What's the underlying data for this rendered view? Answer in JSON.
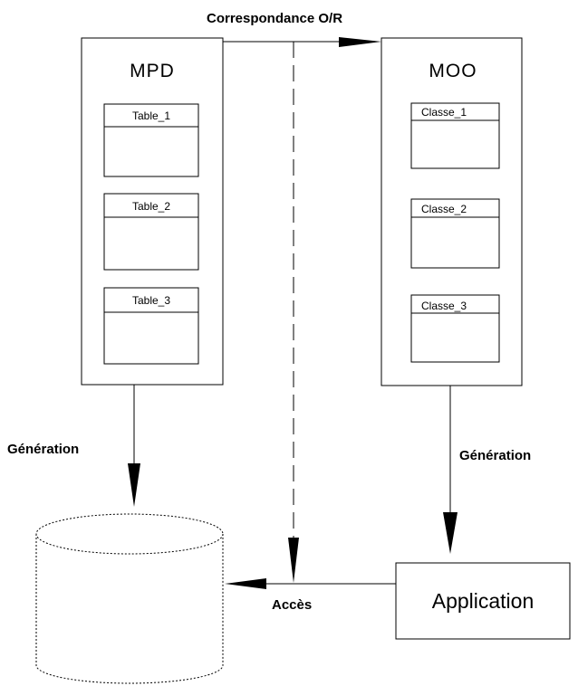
{
  "diagram": {
    "mapping_label": "Correspondance O/R",
    "physical_model": {
      "title": "MPD",
      "tables": [
        "Table_1",
        "Table_2",
        "Table_3"
      ]
    },
    "object_model": {
      "title": "MOO",
      "classes": [
        "Classe_1",
        "Classe_2",
        "Classe_3"
      ]
    },
    "generation_left_label": "Génération",
    "generation_right_label": "Génération",
    "access_label": "Accès",
    "application_label": "Application"
  }
}
